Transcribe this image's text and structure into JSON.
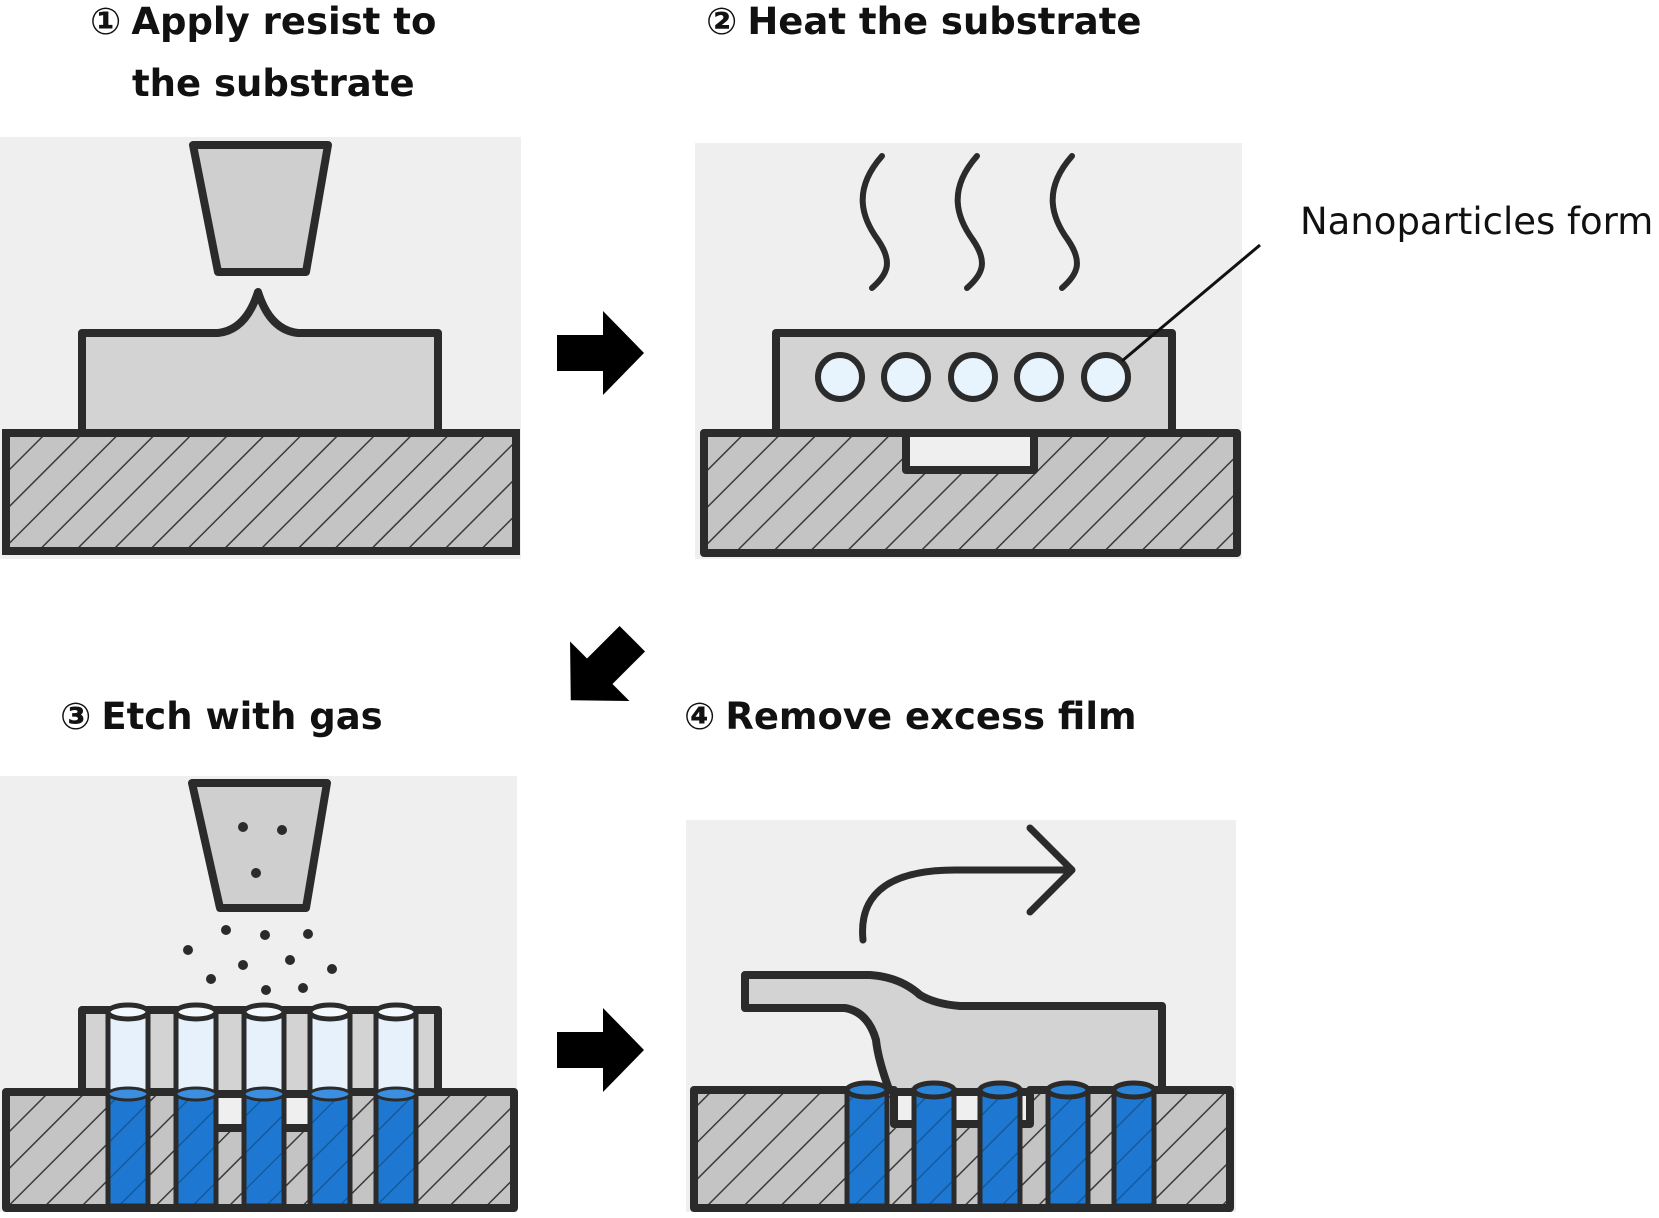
{
  "steps": [
    {
      "number": "①",
      "title_line1": "Apply resist to",
      "title_line2": "the substrate"
    },
    {
      "number": "②",
      "title_line1": "Heat the substrate"
    },
    {
      "number": "③",
      "title_line1": "Etch with gas"
    },
    {
      "number": "④",
      "title_line1": "Remove excess film"
    }
  ],
  "callout": {
    "label": "Nanoparticles form"
  },
  "colors": {
    "panel_bg": "#efefef",
    "substrate": "#c4c4c4",
    "resist": "#d3d3d3",
    "outline": "#2b2b2b",
    "nanoparticle": "#e8f4fd",
    "pillar": "#1e78d2",
    "pillar_top": "#e6f1fb",
    "arrow": "#000000"
  }
}
